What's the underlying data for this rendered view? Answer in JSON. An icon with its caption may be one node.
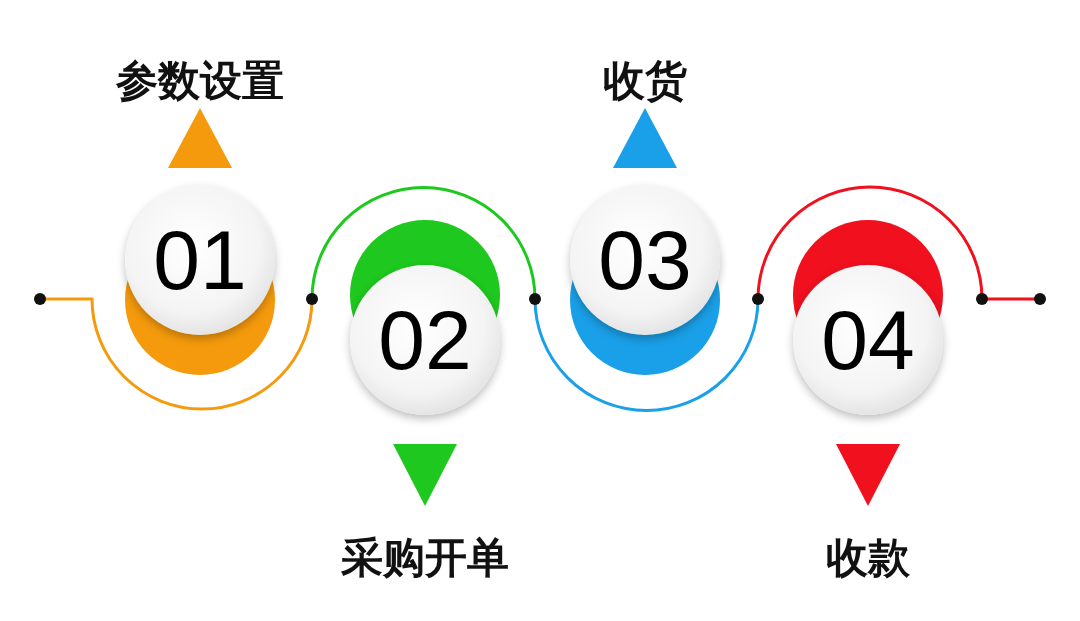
{
  "diagram": {
    "nodes": [
      {
        "text": [
          "01"
        ],
        "beside": [
          "参数设置"
        ]
      },
      {
        "text": [
          "02"
        ],
        "beside": [
          "采购开单"
        ]
      },
      {
        "text": [
          "03"
        ],
        "beside": [
          "收货"
        ]
      },
      {
        "text": [
          "04"
        ],
        "beside": [
          "收款"
        ]
      }
    ]
  }
}
